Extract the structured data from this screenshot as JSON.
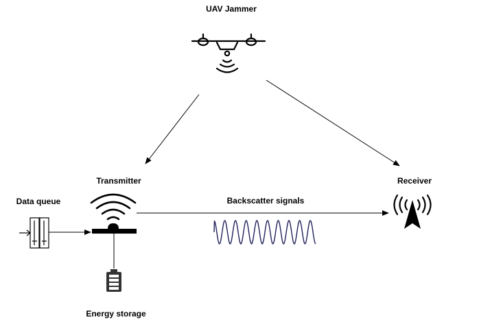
{
  "labels": {
    "uav_jammer": "UAV Jammer",
    "transmitter": "Transmitter",
    "receiver": "Receiver",
    "data_queue": "Data queue",
    "backscatter": "Backscatter signals",
    "energy_storage": "Energy storage"
  },
  "colors": {
    "stroke": "#000000",
    "wave": "#1f1f5a",
    "battery": "#333333"
  }
}
